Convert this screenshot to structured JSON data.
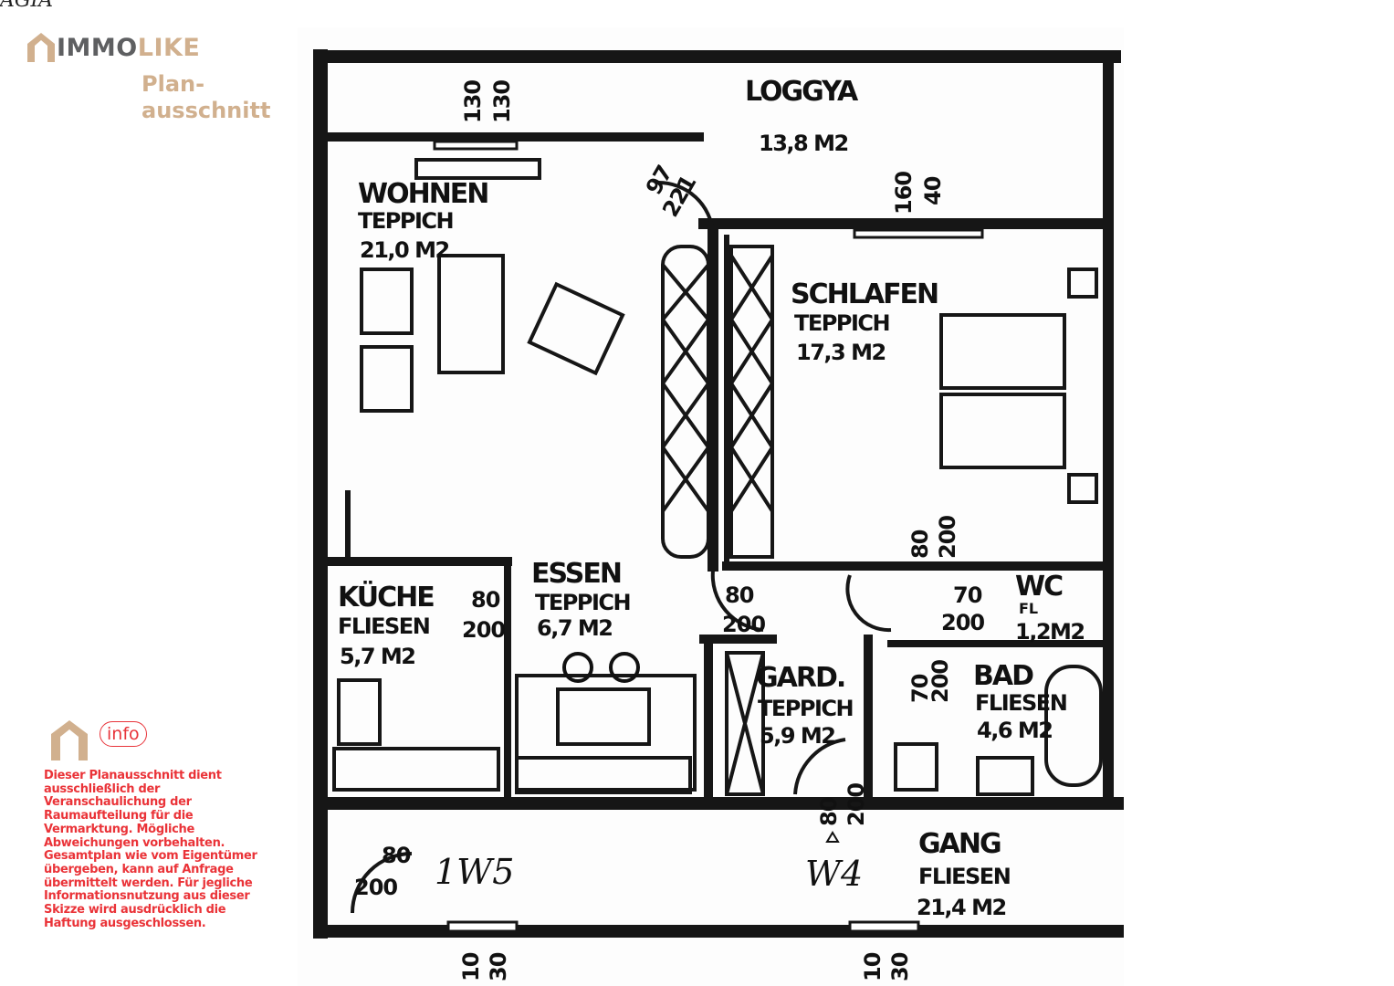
{
  "logo": {
    "brand_part1": "IMMO",
    "brand_part2": "LIKE"
  },
  "title": {
    "line1": "Plan-",
    "line2": "ausschnitt"
  },
  "info": {
    "badge": "info",
    "disclaimer": "Dieser Planausschnitt dient ausschließlich der Veranschaulichung der Raumaufteilung  für die Vermarktung. Mögliche Abweichungen vorbehalten. Gesamtplan wie vom Eigentümer übergeben, kann auf Anfrage übermittelt werden.  Für jegliche Informationsnutzung aus dieser Skizze wird ausdrücklich die Haftung ausgeschlossen."
  },
  "colors": {
    "brand_tan": "#d1b08e",
    "brand_gray": "#5e5f61",
    "disclaimer_red": "#ea3338"
  },
  "rooms": [
    {
      "name": "LOGGYA",
      "floor": "",
      "area": "13,8  M2"
    },
    {
      "name": "WOHNEN",
      "floor": "TEPPICH",
      "area": "21,0  M2"
    },
    {
      "name": "SCHLAFEN",
      "floor": "TEPPICH",
      "area": "17,3  M2"
    },
    {
      "name": "ESSEN",
      "floor": "TEPPICH",
      "area": "6,7  M2"
    },
    {
      "name": "KÜCHE",
      "floor": "FLIESEN",
      "area": "5,7  M2"
    },
    {
      "name": "WC",
      "floor": "FL",
      "area": "1,2M2"
    },
    {
      "name": "GARD.",
      "floor": "TEPPICH",
      "area": "5,9  M2"
    },
    {
      "name": "BAD",
      "floor": "FLIESEN",
      "area": "4,6  M2"
    },
    {
      "name": "GANG",
      "floor": "FLIESEN",
      "area": "21,4  M2"
    }
  ],
  "dimensions": {
    "window_loggia": [
      "130",
      "130"
    ],
    "door_loggia": [
      "97",
      "221"
    ],
    "window_schlafen": [
      "160",
      "40"
    ],
    "door_schlafen": [
      "80",
      "200"
    ],
    "door_kueche": [
      "80",
      "200"
    ],
    "door_gard_top": [
      "80",
      "200"
    ],
    "door_wc": [
      "70",
      "200"
    ],
    "door_bad": [
      "70",
      "200"
    ],
    "door_gard": [
      "80",
      "200"
    ],
    "door_entry": [
      "80",
      "200"
    ],
    "bottom_left": [
      "10",
      "30"
    ],
    "bottom_right": [
      "10",
      "30"
    ]
  },
  "annotations": {
    "w5": "1W5",
    "w4": "W4",
    "top_left_fragment": "AGIA"
  }
}
